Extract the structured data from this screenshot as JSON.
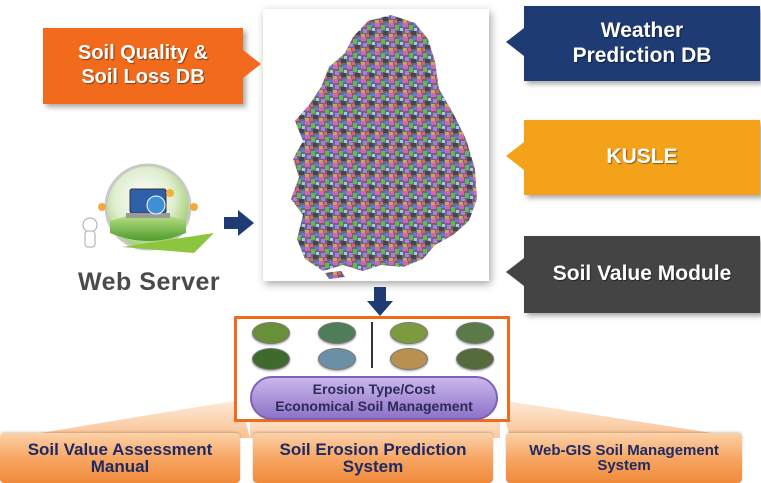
{
  "callouts": {
    "soil_quality": [
      "Soil Quality &",
      "Soil Loss DB"
    ],
    "weather": [
      "Weather",
      "Prediction DB"
    ],
    "kusle": "KUSLE",
    "soil_value_module": "Soil Value Module"
  },
  "web_server": {
    "label": "Web Server"
  },
  "module": {
    "pill_line1": "Erosion Type/Cost",
    "pill_line2": "Economical Soil Management"
  },
  "systems": [
    {
      "line1": "Soil Value Assessment",
      "line2": "Manual"
    },
    {
      "line1": "Soil Erosion Prediction",
      "line2": "System"
    },
    {
      "line1": "Web-GIS Soil Management",
      "line2": "System"
    }
  ],
  "colors": {
    "orange": "#f26b1d",
    "navy": "#1f3b73",
    "amber": "#f4a21a",
    "dark_gray": "#444444",
    "arrow_blue": "#1f3b73"
  }
}
